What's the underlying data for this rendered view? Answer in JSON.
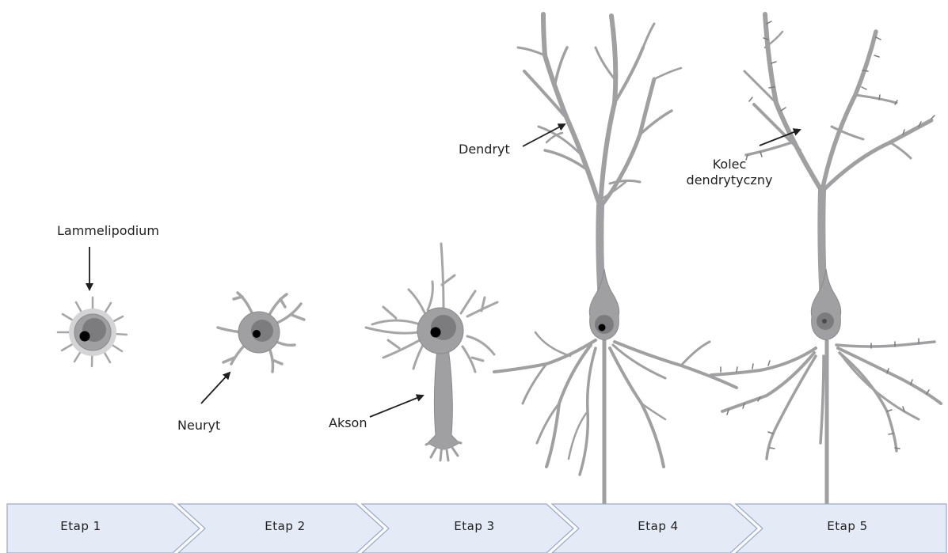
{
  "labels": {
    "lammelipodium": "Lammelipodium",
    "neuryt": "Neuryt",
    "akson": "Akson",
    "dendryt": "Dendryt",
    "spine_line1": "Kolec",
    "spine_line2": "dendrytyczny"
  },
  "stages": [
    "Etap 1",
    "Etap 2",
    "Etap 3",
    "Etap 4",
    "Etap 5"
  ],
  "colors": {
    "cell_fill": "#a0a0a2",
    "cell_stroke": "#8a8a8c",
    "nucleus": "#7c7c7e",
    "nucleolus": "#000000",
    "lamellipodium_halo": "#d4d4d6",
    "arrow_fill": "#e4ebf6",
    "arrow_stroke": "#9aa9c9"
  }
}
